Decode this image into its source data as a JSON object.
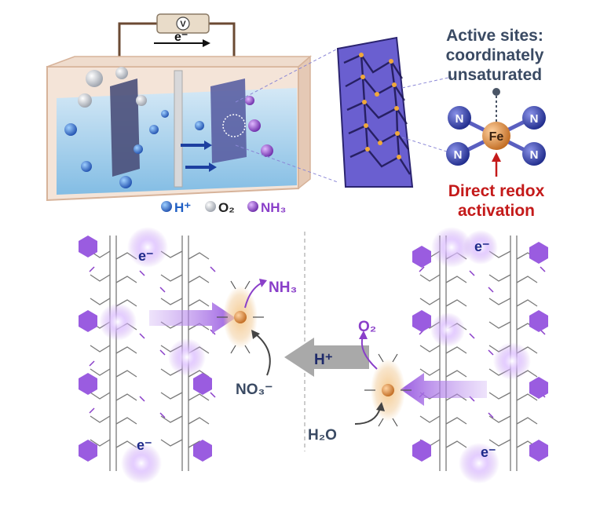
{
  "cell": {
    "voltmeter_symbol": "V",
    "electron_flow": "e⁻",
    "legend": [
      {
        "symbol": "H⁺",
        "color": "#1f5fc4"
      },
      {
        "symbol": "O₂",
        "color": "#c9ccd3"
      },
      {
        "symbol": "NH₃",
        "color": "#8a3fc9"
      }
    ]
  },
  "active_sites": {
    "title_line1": "Active sites:",
    "title_line2": "coordinately",
    "title_line3": "unsaturated",
    "metal": "Fe",
    "ligand": "N",
    "activation_line1": "Direct redox",
    "activation_line2": "activation",
    "title_color": "#3a4a63",
    "activation_color": "#c41a1a"
  },
  "reactions": {
    "left": {
      "electron": "e⁻",
      "product": "NH₃",
      "reactant": "NO₃⁻"
    },
    "right": {
      "electron": "e⁻",
      "product": "O₂",
      "proton": "H⁺",
      "reactant": "H₂O"
    }
  },
  "colors": {
    "accent_purple": "#8a3fc9",
    "electrolyte": "#a9d4f0",
    "fe_orange": "#d98a3a"
  }
}
